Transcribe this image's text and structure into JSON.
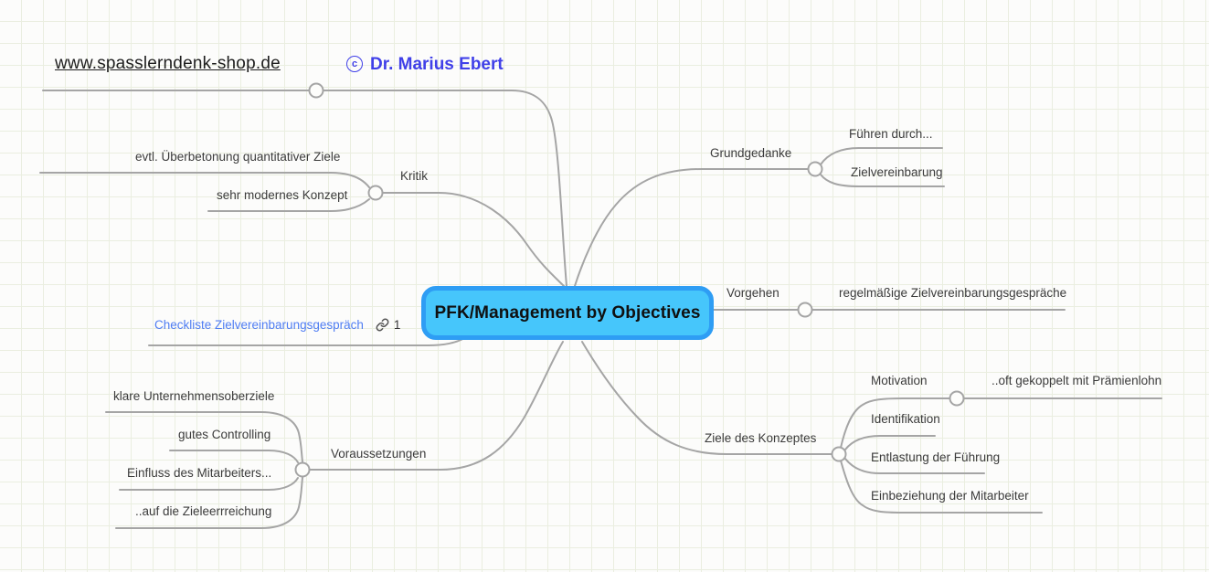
{
  "header": {
    "website": "www.spasslerndenk-shop.de",
    "copyright_symbol": "c",
    "author": "Dr. Marius Ebert"
  },
  "mindmap": {
    "root": "PFK/Management by Objectives",
    "kritik": {
      "label": "Kritik",
      "item1": "evtl. Überbetonung quantitativer Ziele",
      "item2": "sehr modernes Konzept"
    },
    "grundgedanke": {
      "label": "Grundgedanke",
      "item1": "Führen durch...",
      "item2": "Zielvereinbarung"
    },
    "vorgehen": {
      "label": "Vorgehen",
      "item1": "regelmäßige Zielvereinbarungsgespräche"
    },
    "checkliste": {
      "label": "Checkliste Zielvereinbarungsgespräch",
      "link_count": "1"
    },
    "voraussetzungen": {
      "label": "Voraussetzungen",
      "item1": "klare Unternehmensoberziele",
      "item2": "gutes Controlling",
      "item3": "Einfluss des Mitarbeiters...",
      "item4": "..auf die Zieleerrreichung"
    },
    "ziele": {
      "label": "Ziele des Konzeptes",
      "item1": "Motivation",
      "item1_child": "..oft gekoppelt mit Prämienlohn",
      "item2": "Identifikation",
      "item3": "Entlastung der Führung",
      "item4": "Einbeziehung der Mitarbeiter"
    }
  },
  "colors": {
    "root_border": "#2E9DF4",
    "root_fill": "#46C6FB",
    "branch_line": "#A5A5A5",
    "attachment_link": "#4F7DF3",
    "author_blue": "#4040E8",
    "grid_line": "#EAEEE0"
  }
}
